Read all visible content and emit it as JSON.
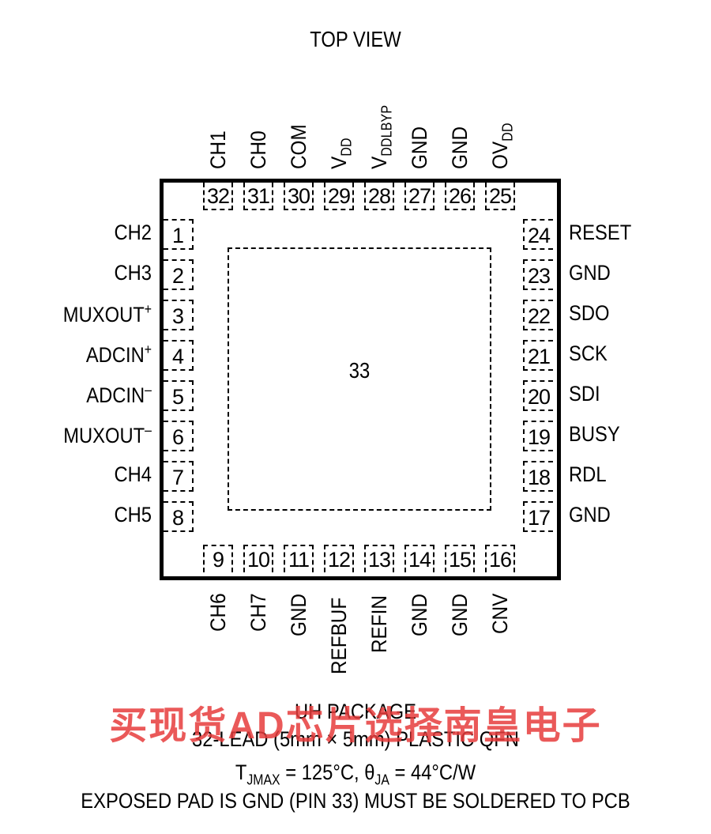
{
  "title": "TOP VIEW",
  "exposed_pad": "33",
  "pins_top": [
    {
      "num": "32",
      "name": "CH1"
    },
    {
      "num": "31",
      "name": "CH0"
    },
    {
      "num": "30",
      "name": "COM"
    },
    {
      "num": "29",
      "name": "V",
      "sub": "DD"
    },
    {
      "num": "28",
      "name": "V",
      "sub": "DDLBYP"
    },
    {
      "num": "27",
      "name": "GND"
    },
    {
      "num": "26",
      "name": "GND"
    },
    {
      "num": "25",
      "name": "OV",
      "sub": "DD"
    }
  ],
  "pins_left": [
    {
      "num": "1",
      "name": "CH2"
    },
    {
      "num": "2",
      "name": "CH3"
    },
    {
      "num": "3",
      "name": "MUXOUT",
      "sup": "+"
    },
    {
      "num": "4",
      "name": "ADCIN",
      "sup": "+"
    },
    {
      "num": "5",
      "name": "ADCIN",
      "sup": "–"
    },
    {
      "num": "6",
      "name": "MUXOUT",
      "sup": "–"
    },
    {
      "num": "7",
      "name": "CH4"
    },
    {
      "num": "8",
      "name": "CH5"
    }
  ],
  "pins_right": [
    {
      "num": "24",
      "name": "RESET"
    },
    {
      "num": "23",
      "name": "GND"
    },
    {
      "num": "22",
      "name": "SDO"
    },
    {
      "num": "21",
      "name": "SCK"
    },
    {
      "num": "20",
      "name": "SDI"
    },
    {
      "num": "19",
      "name": "BUSY"
    },
    {
      "num": "18",
      "name": "RDL"
    },
    {
      "num": "17",
      "name": "GND"
    }
  ],
  "pins_bottom": [
    {
      "num": "9",
      "name": "CH6"
    },
    {
      "num": "10",
      "name": "CH7"
    },
    {
      "num": "11",
      "name": "GND"
    },
    {
      "num": "12",
      "name": "REFBUF"
    },
    {
      "num": "13",
      "name": "REFIN"
    },
    {
      "num": "14",
      "name": "GND"
    },
    {
      "num": "15",
      "name": "GND"
    },
    {
      "num": "16",
      "name": "CNV"
    }
  ],
  "footer": {
    "package": "UH PACKAGE",
    "lead": "32-LEAD (5mm × 5mm) PLASTIC QFN",
    "thermal_t": "T",
    "thermal_t_sub": "JMAX",
    "thermal_mid": " = 125°C, θ",
    "thermal_theta_sub": "JA",
    "thermal_end": " = 44°C/W",
    "note": "EXPOSED PAD IS GND (PIN 33) MUST BE SOLDERED TO PCB"
  },
  "watermark": "买现货AD芯片选择南皇电子"
}
